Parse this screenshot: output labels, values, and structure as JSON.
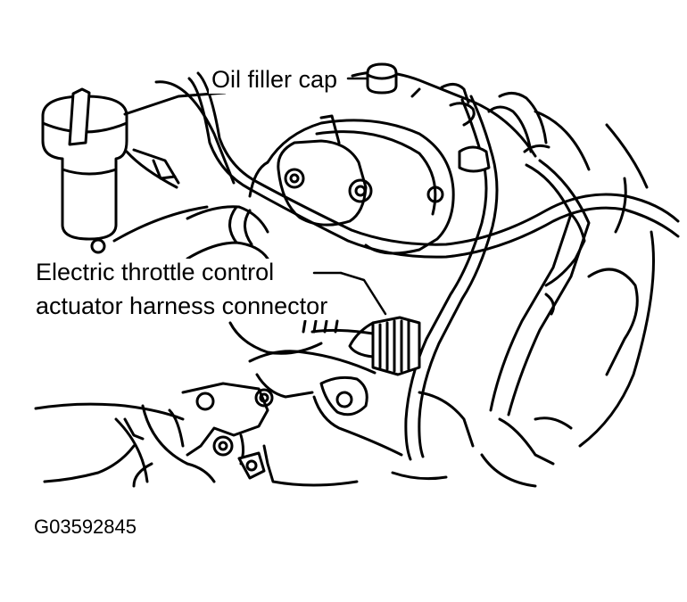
{
  "callouts": {
    "oil_filler_cap": "Oil filler cap",
    "etc_connector_line1": "Electric throttle control",
    "etc_connector_line2": "actuator harness connector"
  },
  "figure_id": "G03592845",
  "colors": {
    "line": "#000000",
    "background": "#ffffff"
  }
}
